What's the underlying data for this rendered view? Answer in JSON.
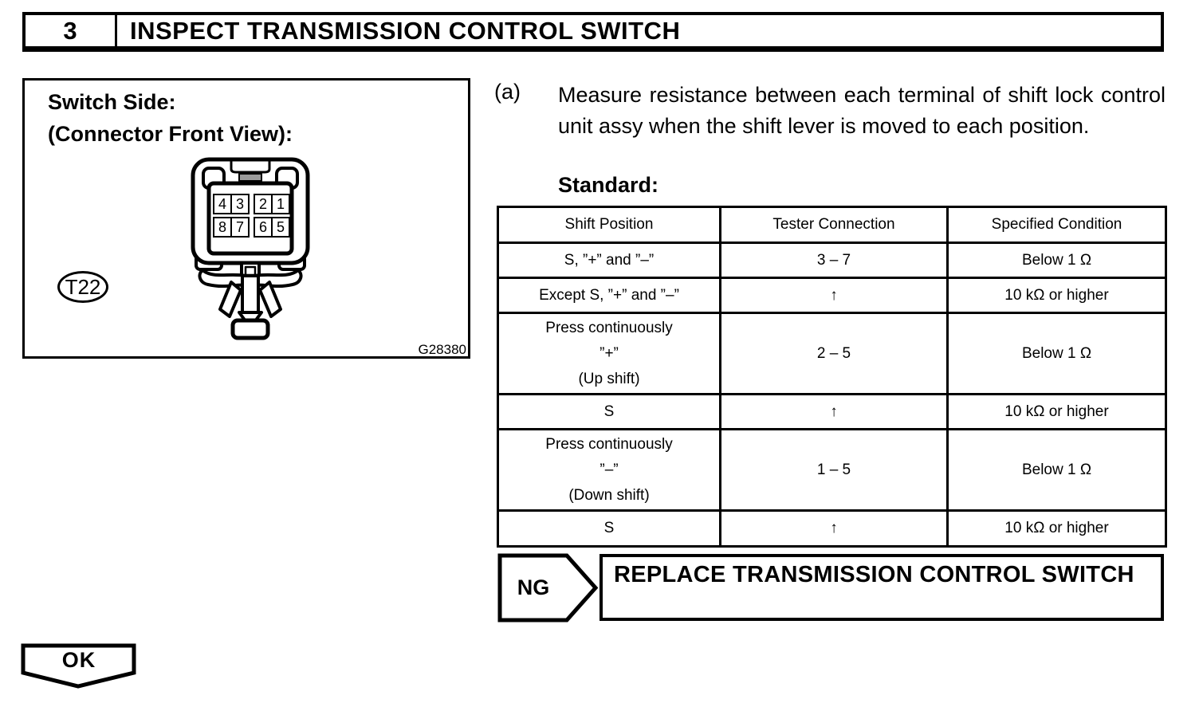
{
  "page": {
    "step_number": "3",
    "title": "INSPECT TRANSMISSION CONTROL SWITCH"
  },
  "figure": {
    "caption_line1": "Switch Side:",
    "caption_line2": "(Connector Front View):",
    "connector_code": "T22",
    "figure_id": "G28380",
    "pins": [
      "4",
      "3",
      "2",
      "1",
      "8",
      "7",
      "6",
      "5"
    ]
  },
  "instruction": {
    "list_marker": "(a)",
    "text": "Measure resistance between each terminal of shift lock control unit assy when the shift lever is moved to each position.",
    "standard_label": "Standard:"
  },
  "table": {
    "headers": [
      "Shift Position",
      "Tester Connection",
      "Specified Condition"
    ],
    "rows": [
      [
        "S, ”+” and ”–”",
        "3 – 7",
        "Below 1 Ω"
      ],
      [
        "Except S, ”+” and ”–”",
        "↑",
        "10 kΩ or higher"
      ],
      [
        "Press continuously\n”+”\n(Up shift)",
        "2 – 5",
        "Below 1 Ω"
      ],
      [
        "S",
        "↑",
        "10 kΩ or higher"
      ],
      [
        "Press continuously\n”–”\n(Down shift)",
        "1 – 5",
        "Below 1 Ω"
      ],
      [
        "S",
        "↑",
        "10 kΩ or higher"
      ]
    ]
  },
  "ng_flow": {
    "label": "NG",
    "action": "REPLACE TRANSMISSION CONTROL SWITCH"
  },
  "ok_flow": {
    "label": "OK"
  }
}
